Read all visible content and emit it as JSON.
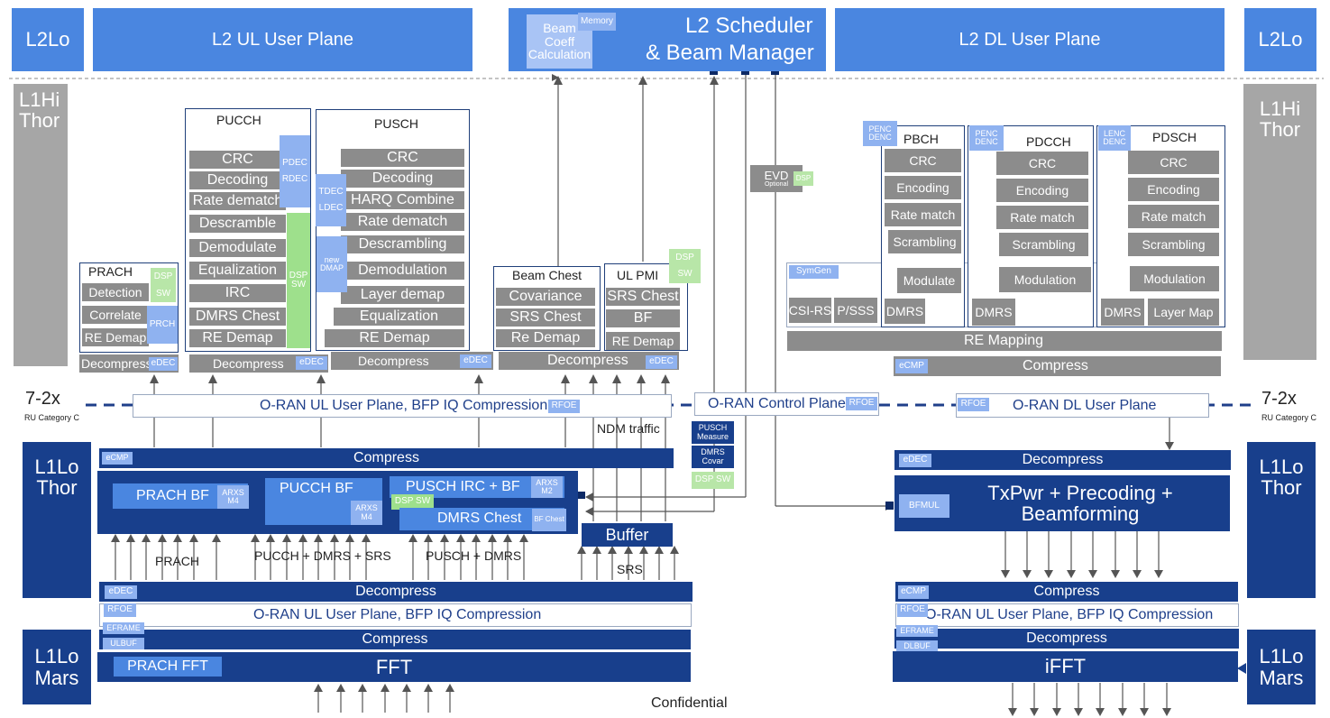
{
  "top": {
    "l2lo_left": "L2Lo",
    "l2_ul": "L2 UL User Plane",
    "beam_coeff": "Beam Coeff Calculation",
    "memory": "Memory",
    "l2_sched_line1": "L2 Scheduler",
    "l2_sched_line2": "& Beam Manager",
    "l2_dl": "L2 DL User Plane",
    "l2lo_right": "L2Lo"
  },
  "side": {
    "l1hi_left_1": "L1Hi",
    "l1hi_left_2": "Thor",
    "l1hi_right_1": "L1Hi",
    "l1hi_right_2": "Thor",
    "l1lo_thor_left_1": "L1Lo",
    "l1lo_thor_left_2": "Thor",
    "l1lo_thor_right_1": "L1Lo",
    "l1lo_thor_right_2": "Thor",
    "l1lo_mars_left_1": "L1Lo",
    "l1lo_mars_left_2": "Mars",
    "l1lo_mars_right_1": "L1Lo",
    "l1lo_mars_right_2": "Mars",
    "split_left": "7-2x",
    "split_left_sub": "RU Category C",
    "split_right": "7-2x",
    "split_right_sub": "RU Category C"
  },
  "prach": {
    "title": "PRACH",
    "detection": "Detection",
    "correlate": "Correlate",
    "re_demap": "RE Demap",
    "dsp": "DSP",
    "sw": "SW",
    "prch": "PRCH",
    "decompress": "Decompress",
    "edec": "eDEC"
  },
  "pucch": {
    "title": "PUCCH",
    "crc": "CRC",
    "decoding": "Decoding",
    "rate_dematch": "Rate dematch",
    "descramble": "Descramble",
    "demodulate": "Demodulate",
    "equalization": "Equalization",
    "irc": "IRC",
    "dmrs_chest": "DMRS Chest",
    "re_demap": "RE Demap",
    "pdec": "PDEC",
    "rdec": "RDEC",
    "dsp_sw": "DSP SW",
    "decompress": "Decompress",
    "edec": "eDEC"
  },
  "pusch": {
    "title": "PUSCH",
    "crc": "CRC",
    "decoding": "Decoding",
    "harq": "HARQ Combine",
    "rate_dematch": "Rate dematch",
    "descrambling": "Descrambling",
    "demodulation": "Demodulation",
    "layer_demap": "Layer demap",
    "equalization": "Equalization",
    "re_demap": "RE Demap",
    "tdec": "TDEC",
    "ldec": "LDEC",
    "new_dmap": "new DMAP",
    "decompress": "Decompress",
    "edec": "eDEC"
  },
  "beam_chest": {
    "title": "Beam Chest",
    "covariance": "Covariance",
    "srs_chest": "SRS Chest",
    "re_demap": "Re Demap",
    "decompress": "Decompress",
    "edec": "eDEC"
  },
  "ul_pmi": {
    "title": "UL PMI",
    "srs_chest": "SRS Chest",
    "bf": "BF",
    "re_demap": "RE Demap",
    "dsp": "DSP",
    "sw": "SW"
  },
  "evd": {
    "label": "EVD",
    "optional": "Optional",
    "dsp": "DSP"
  },
  "dl": {
    "penc": "PENC",
    "denc": "DENC",
    "lenc": "LENC",
    "pbch": "PBCH",
    "pdcch": "PDCCH",
    "pdsch": "PDSCH",
    "crc": "CRC",
    "encoding": "Encoding",
    "rate_match": "Rate match",
    "scrambling": "Scrambling",
    "modulate": "Modulate",
    "modulation": "Modulation",
    "dmrs": "DMRS",
    "layer_map": "Layer Map",
    "symgen": "SymGen",
    "csi_rs": "CSI-RS",
    "pss": "P/SSS",
    "re_mapping": "RE Mapping",
    "ecmp": "eCMP",
    "compress": "Compress"
  },
  "fronthaul": {
    "ul_plane": "O-RAN UL User Plane, BFP IQ Compression",
    "rfoe": "RFOE",
    "control_plane": "O-RAN Control Plane",
    "dl_plane": "O-RAN DL User Plane",
    "ndm": "NDM traffic"
  },
  "l1lo_ul": {
    "ecmp": "eCMP",
    "compress": "Compress",
    "prach_bf": "PRACH BF",
    "arxs_m4": "ARXS M4",
    "pucch_bf": "PUCCH BF",
    "arxs_m4b": "ARXS M4",
    "pusch_irc": "PUSCH IRC + BF",
    "arxs_m2": "ARXS M2",
    "dsp_sw": "DSP SW",
    "dmrs_chest": "DMRS Chest",
    "bf_chest": "BF Chest",
    "buffer": "Buffer",
    "pusch_measure": "PUSCH Measure",
    "dmrs_covar": "DMRS Covar",
    "dsp_sw2": "DSP SW",
    "lbl_prach": "PRACH",
    "lbl_pucch": "PUCCH + DMRS + SRS",
    "lbl_pusch": "PUSCH + DMRS",
    "lbl_srs": "SRS",
    "edec": "eDEC",
    "decompress": "Decompress",
    "rfoe": "RFOE",
    "oran_ul": "O-RAN UL User Plane, BFP IQ Compression",
    "eframe": "EFRAME",
    "ulbuf": "ULBUF",
    "compress2": "Compress",
    "prach_fft": "PRACH FFT",
    "fft": "FFT"
  },
  "l1lo_dl": {
    "edec": "eDEC",
    "decompress": "Decompress",
    "bfmul": "BFMUL",
    "txpwr_1": "TxPwr + Precoding +",
    "txpwr_2": "Beamforming",
    "ecmp": "eCMP",
    "compress": "Compress",
    "rfoe": "RFOE",
    "oran_ul": "O-RAN UL User Plane, BFP IQ Compression",
    "eframe": "EFRAME",
    "dlbuf": "DLBUF",
    "decompress2": "Decompress",
    "ifft": "iFFT"
  },
  "footer": "Confidential"
}
